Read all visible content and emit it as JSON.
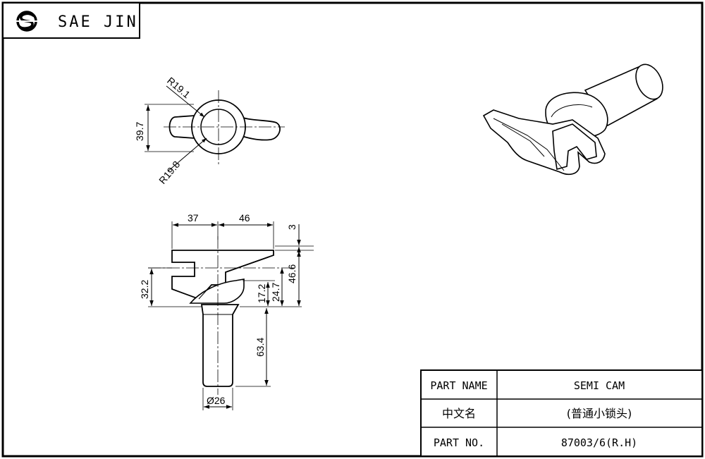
{
  "header": {
    "brand": "SAE JIN",
    "logo": "sae-jin-logo"
  },
  "top_view": {
    "dims": {
      "radius_top": "R19.1",
      "radius_bottom": "R19.8",
      "height": "39.7"
    }
  },
  "front_view": {
    "dims": {
      "left_width": "37",
      "right_width": "46",
      "top_thickness": "3",
      "overall_height": "46.6",
      "jaw_height": "32.2",
      "cam_height": "24.7",
      "cam_low": "17.2",
      "shaft_length": "63.4",
      "shaft_diameter": "Ø26"
    }
  },
  "title_block": {
    "rows": [
      {
        "label": "PART NAME",
        "value": "SEMI CAM"
      },
      {
        "label": "中文名",
        "value": "(普通小锁头)"
      },
      {
        "label": "PART NO.",
        "value": "87003/6(R.H)"
      }
    ]
  }
}
